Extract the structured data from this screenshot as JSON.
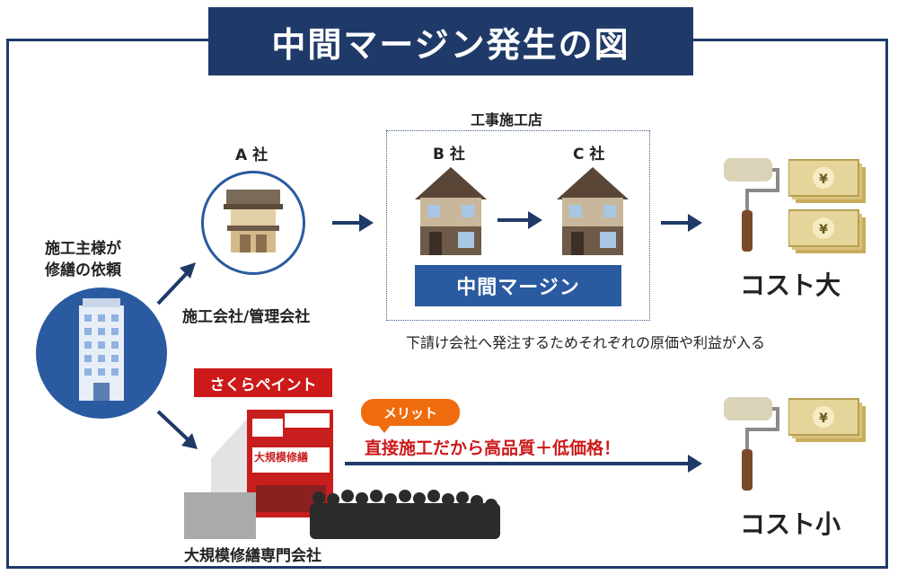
{
  "title": "中間マージン発生の図",
  "client": {
    "label_line1": "施工主様が",
    "label_line2": "修繕の依頼"
  },
  "company_a": {
    "header": "A 社",
    "caption": "施工会社/管理会社"
  },
  "contractor": {
    "group_label": "工事施工店",
    "b_label": "B 社",
    "c_label": "C 社",
    "margin_label": "中間マージン",
    "note": "下請け会社へ発注するためそれぞれの原価や利益が入る"
  },
  "outcomes": {
    "high": "コスト大",
    "low": "コスト小"
  },
  "sakura": {
    "tag": "さくらペイント",
    "merit_badge": "メリット",
    "merit_text": "直接施工だから高品質＋低価格！",
    "caption": "大規模修繕専門会社",
    "building_sign": "大規模修繕"
  },
  "icons": [
    "office-building-icon",
    "japanese-shop-icon",
    "house-icon",
    "paint-roller-icon",
    "yen-bill-icon"
  ],
  "colors": {
    "navy": "#1f3a68",
    "blue": "#2a5aa0",
    "red": "#cc1a1a",
    "orange": "#ef6c0e",
    "money": "#d8c27e"
  }
}
